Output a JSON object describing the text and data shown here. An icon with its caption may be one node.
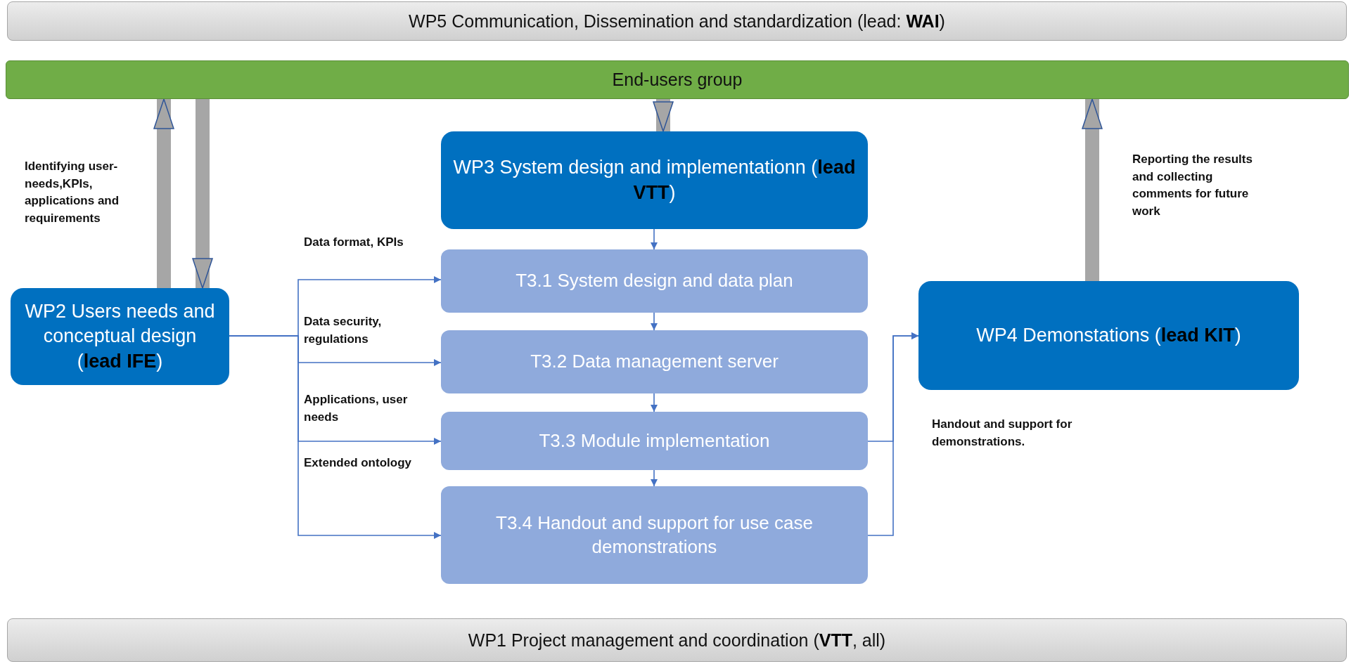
{
  "diagram": {
    "nodes": [
      {
        "text": [
          "WP5 Communication, Dissemination and standardization (lead: **WAI**)"
        ]
      },
      {
        "text": [
          "End-users group"
        ]
      },
      {
        "text": [
          "WP3 System design and implementationn (**lead VTT**)"
        ]
      },
      {
        "text": [
          "T3.1 System design and data plan"
        ]
      },
      {
        "text": [
          "T3.2 Data management server"
        ]
      },
      {
        "text": [
          "T3.3 Module implementation"
        ]
      },
      {
        "text": [
          "T3.4 Handout and support for use case demonstrations"
        ]
      },
      {
        "text": [
          "WP2 Users needs and conceptual design (**lead IFE**)"
        ]
      },
      {
        "text": [
          "WP4 Demonstations (**lead KIT**)"
        ]
      },
      {
        "text": [
          "WP1 Project management and coordination (**VTT**, all)"
        ]
      }
    ],
    "edges": [
      {
        "from": 7,
        "to": 1,
        "arrow": "to",
        "style": "thick",
        "color": "#a6a6a6",
        "label": "Identifying user-needs,KPIs, applications and requirements"
      },
      {
        "from": 1,
        "to": 7,
        "arrow": "to",
        "style": "thick",
        "color": "#a6a6a6"
      },
      {
        "from": 1,
        "to": 2,
        "arrow": "to",
        "style": "thick",
        "color": "#a6a6a6"
      },
      {
        "from": 8,
        "to": 1,
        "arrow": "to",
        "style": "thick",
        "color": "#a6a6a6",
        "label": "Reporting the results and collecting comments for future work"
      },
      {
        "from": 2,
        "to": 3,
        "arrow": "to"
      },
      {
        "from": 3,
        "to": 4,
        "arrow": "to"
      },
      {
        "from": 4,
        "to": 5,
        "arrow": "to"
      },
      {
        "from": 5,
        "to": 6,
        "arrow": "to"
      },
      {
        "from": 7,
        "to": 3,
        "arrow": "to",
        "label": "Data format, KPIs"
      },
      {
        "from": 7,
        "to": 4,
        "arrow": "to",
        "label": "Data security, regulations"
      },
      {
        "from": 7,
        "to": 5,
        "arrow": "to",
        "label": "Applications, user needs"
      },
      {
        "from": 7,
        "to": 6,
        "arrow": "to",
        "label": "Extended ontology"
      },
      {
        "from": 5,
        "to": 8,
        "arrow": "to"
      },
      {
        "from": 6,
        "to": 8,
        "arrow": "to"
      }
    ],
    "labels": [
      "Handout and support for demonstrations."
    ]
  }
}
